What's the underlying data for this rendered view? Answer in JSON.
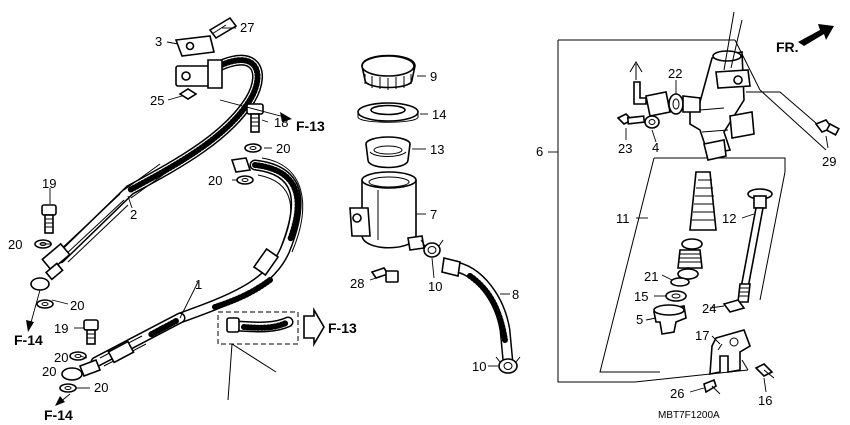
{
  "title": "",
  "diagram_code": "MBT7F1200A",
  "direction_label": "FR.",
  "ref_labels": {
    "f13_a": "F-13",
    "f13_b": "F-13",
    "f14_a": "F-14",
    "f14_b": "F-14"
  },
  "callouts": {
    "c1": "1",
    "c2": "2",
    "c3": "3",
    "c4": "4",
    "c5": "5",
    "c6": "6",
    "c7": "7",
    "c8": "8",
    "c9": "9",
    "c10a": "10",
    "c10b": "10",
    "c11": "11",
    "c12": "12",
    "c13": "13",
    "c14": "14",
    "c15": "15",
    "c16": "16",
    "c17": "17",
    "c18": "18",
    "c19a": "19",
    "c19b": "19",
    "c20a": "20",
    "c20b": "20",
    "c20c": "20",
    "c20d": "20",
    "c20e": "20",
    "c20f": "20",
    "c20g": "20",
    "c21": "21",
    "c22": "22",
    "c23": "23",
    "c24": "24",
    "c25": "25",
    "c26": "26",
    "c27": "27",
    "c28": "28",
    "c29": "29"
  }
}
